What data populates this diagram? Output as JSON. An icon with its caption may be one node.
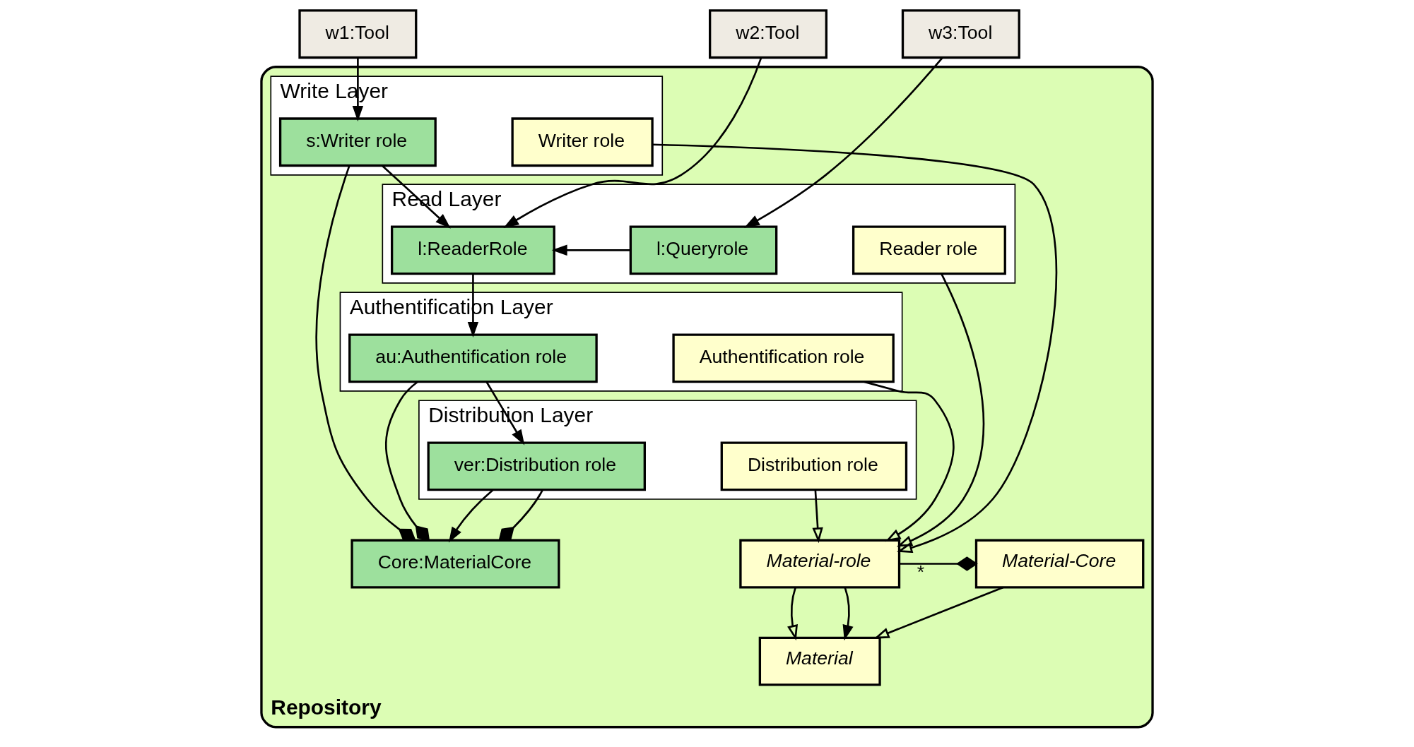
{
  "diagram": {
    "nodes": [
      {
        "text": [
          "w1:Tool"
        ]
      },
      {
        "text": [
          "w2:Tool"
        ]
      },
      {
        "text": [
          "w3:Tool"
        ]
      },
      {
        "text": [
          "Repository"
        ]
      },
      {
        "text": [
          "Write Layer"
        ],
        "in": 3
      },
      {
        "text": [
          "s:Writer role"
        ],
        "in": 4
      },
      {
        "text": [
          "Writer role"
        ],
        "in": 4
      },
      {
        "text": [
          "Read Layer"
        ],
        "in": 3
      },
      {
        "text": [
          "l:ReaderRole"
        ],
        "in": 7
      },
      {
        "text": [
          "l:Queryrole"
        ],
        "in": 7
      },
      {
        "text": [
          "Reader role"
        ],
        "in": 7
      },
      {
        "text": [
          "Authentification Layer"
        ],
        "in": 3
      },
      {
        "text": [
          "au:Authentification role"
        ],
        "in": 11
      },
      {
        "text": [
          "Authentification role"
        ],
        "in": 11
      },
      {
        "text": [
          "Distribution Layer"
        ],
        "in": 3
      },
      {
        "text": [
          "ver:Distribution role"
        ],
        "in": 14
      },
      {
        "text": [
          "Distribution role"
        ],
        "in": 14
      },
      {
        "text": [
          "Core:MaterialCore"
        ],
        "in": 3
      },
      {
        "text": [
          "Material-role"
        ],
        "in": 3
      },
      {
        "text": [
          "Material-Core"
        ],
        "in": 3
      },
      {
        "text": [
          "Material"
        ],
        "in": 3
      }
    ],
    "edges": [
      {
        "from": 0,
        "to": 5,
        "arrow": "to"
      },
      {
        "from": 1,
        "to": 8,
        "arrow": "to"
      },
      {
        "from": 2,
        "to": 9,
        "arrow": "to"
      },
      {
        "from": 9,
        "to": 8,
        "arrow": "to"
      },
      {
        "from": 5,
        "to": 8,
        "arrow": "to"
      },
      {
        "from": 8,
        "to": 12,
        "arrow": "to"
      },
      {
        "from": 12,
        "to": 15,
        "arrow": "to"
      },
      {
        "from": 15,
        "to": 17,
        "arrow": "to"
      },
      {
        "from": 15,
        "to": 17,
        "arrow": "other"
      },
      {
        "from": 12,
        "to": 17,
        "arrow": "other"
      },
      {
        "from": 5,
        "to": 17,
        "arrow": "other"
      },
      {
        "from": 6,
        "to": 18,
        "arrow": "to"
      },
      {
        "from": 10,
        "to": 18,
        "arrow": "to"
      },
      {
        "from": 13,
        "to": 18,
        "arrow": "to"
      },
      {
        "from": 16,
        "to": 18,
        "arrow": "to"
      },
      {
        "from": 18,
        "to": 19,
        "arrow": "other",
        "label": "*"
      },
      {
        "from": 18,
        "to": 20,
        "arrow": "to"
      },
      {
        "from": 19,
        "to": 20,
        "arrow": "to"
      },
      {
        "from": 18,
        "to": 20,
        "arrow": "to"
      }
    ]
  }
}
